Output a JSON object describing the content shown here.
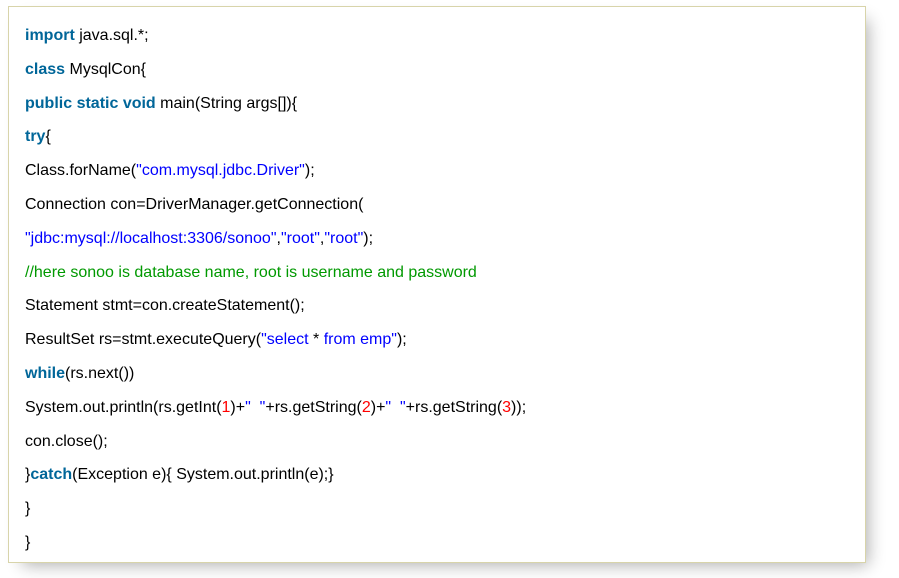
{
  "colors": {
    "keyword": "#006699",
    "string": "#0000ff",
    "comment": "#009900",
    "number": "#ff0000",
    "plain": "#000000",
    "box_border": "#d8d4aa",
    "box_background": "#ffffff",
    "page_background": "#ffffff"
  },
  "code_block": {
    "language": "java",
    "lines": [
      [
        {
          "t": "keyword",
          "v": "import"
        },
        {
          "t": "plain",
          "v": " java.sql.*;"
        }
      ],
      [
        {
          "t": "keyword",
          "v": "class"
        },
        {
          "t": "plain",
          "v": " MysqlCon{"
        }
      ],
      [
        {
          "t": "keyword",
          "v": "public"
        },
        {
          "t": "plain",
          "v": " "
        },
        {
          "t": "keyword",
          "v": "static"
        },
        {
          "t": "plain",
          "v": " "
        },
        {
          "t": "keyword",
          "v": "void"
        },
        {
          "t": "plain",
          "v": " main(String args[]){"
        }
      ],
      [
        {
          "t": "keyword",
          "v": "try"
        },
        {
          "t": "plain",
          "v": "{"
        }
      ],
      [
        {
          "t": "plain",
          "v": "Class.forName("
        },
        {
          "t": "string",
          "v": "\"com.mysql.jdbc.Driver\""
        },
        {
          "t": "plain",
          "v": ");"
        }
      ],
      [
        {
          "t": "plain",
          "v": "Connection con=DriverManager.getConnection("
        }
      ],
      [
        {
          "t": "string",
          "v": "\"jdbc:mysql://localhost:3306/sonoo\""
        },
        {
          "t": "plain",
          "v": ","
        },
        {
          "t": "string",
          "v": "\"root\""
        },
        {
          "t": "plain",
          "v": ","
        },
        {
          "t": "string",
          "v": "\"root\""
        },
        {
          "t": "plain",
          "v": ");"
        }
      ],
      [
        {
          "t": "comment",
          "v": "//here sonoo is database name, root is username and password"
        }
      ],
      [
        {
          "t": "plain",
          "v": "Statement stmt=con.createStatement();"
        }
      ],
      [
        {
          "t": "plain",
          "v": "ResultSet rs=stmt.executeQuery("
        },
        {
          "t": "string",
          "v": "\"select "
        },
        {
          "t": "plain",
          "v": "*"
        },
        {
          "t": "string",
          "v": " from emp\""
        },
        {
          "t": "plain",
          "v": ");"
        }
      ],
      [
        {
          "t": "keyword",
          "v": "while"
        },
        {
          "t": "plain",
          "v": "(rs.next())"
        }
      ],
      [
        {
          "t": "plain",
          "v": "System.out.println(rs.getInt("
        },
        {
          "t": "number",
          "v": "1"
        },
        {
          "t": "plain",
          "v": ")+"
        },
        {
          "t": "string",
          "v": "\"  \""
        },
        {
          "t": "plain",
          "v": "+rs.getString("
        },
        {
          "t": "number",
          "v": "2"
        },
        {
          "t": "plain",
          "v": ")+"
        },
        {
          "t": "string",
          "v": "\"  \""
        },
        {
          "t": "plain",
          "v": "+rs.getString("
        },
        {
          "t": "number",
          "v": "3"
        },
        {
          "t": "plain",
          "v": "));"
        }
      ],
      [
        {
          "t": "plain",
          "v": "con.close();"
        }
      ],
      [
        {
          "t": "plain",
          "v": "}"
        },
        {
          "t": "keyword",
          "v": "catch"
        },
        {
          "t": "plain",
          "v": "(Exception e){ System.out.println(e);}"
        }
      ],
      [
        {
          "t": "plain",
          "v": "}"
        }
      ],
      [
        {
          "t": "plain",
          "v": "}"
        }
      ]
    ]
  }
}
